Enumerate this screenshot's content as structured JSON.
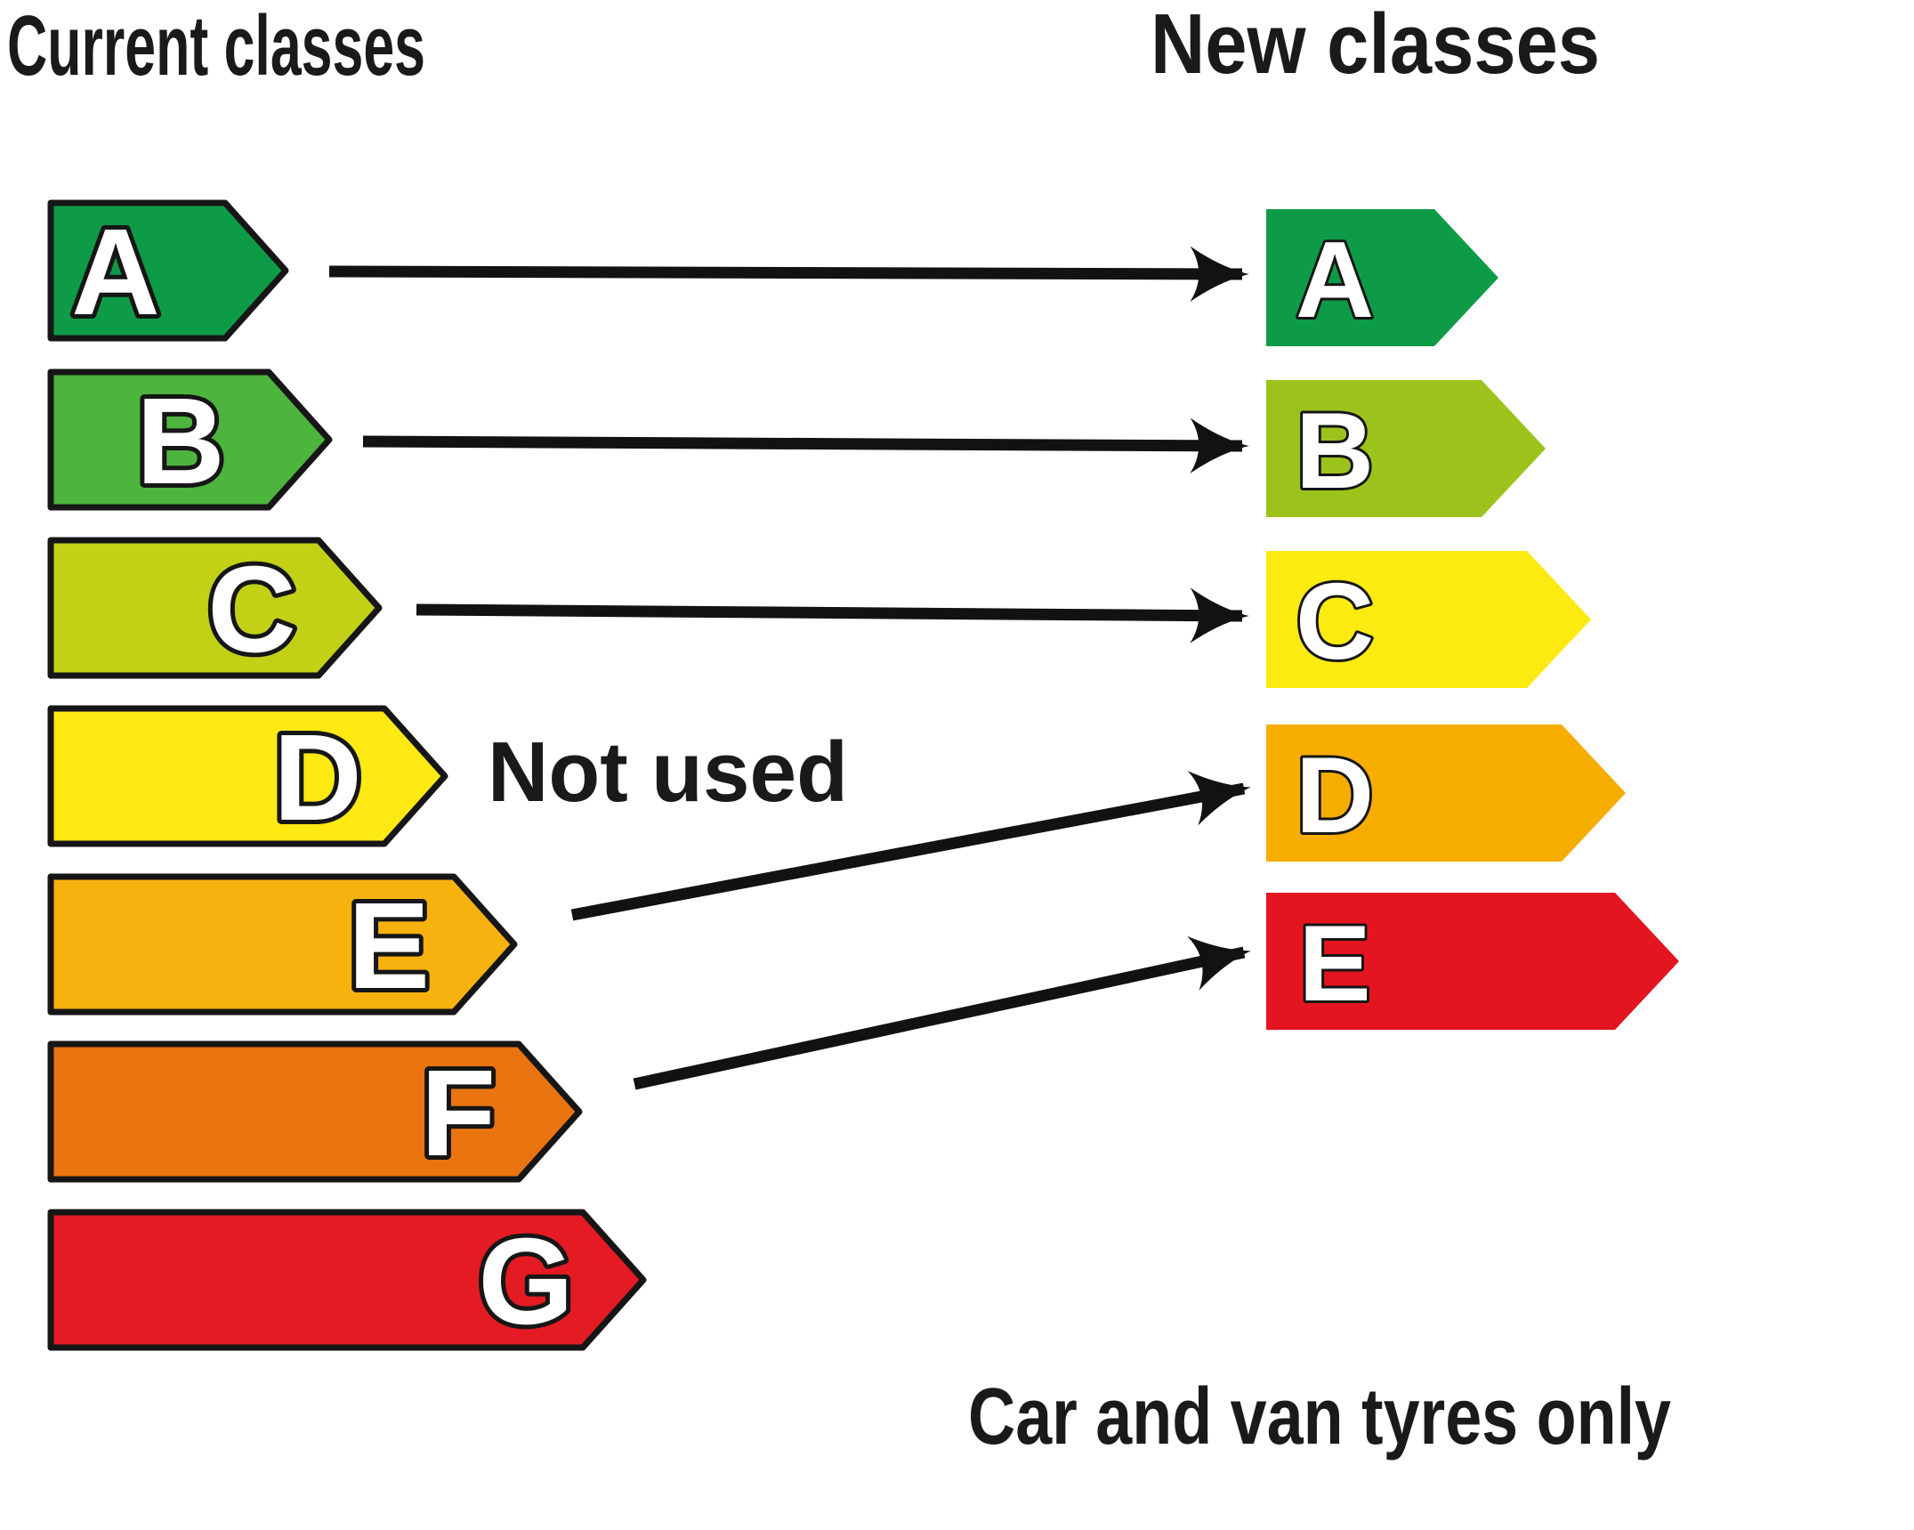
{
  "titles": {
    "current": "Current classes",
    "new": "New classes"
  },
  "caption": "Car and van tyres only",
  "not_used_label": "Not used",
  "current_classes": [
    {
      "letter": "A",
      "color": "#0e9b47",
      "maps_to": "A"
    },
    {
      "letter": "B",
      "color": "#4db43d",
      "maps_to": "B"
    },
    {
      "letter": "C",
      "color": "#c2d116",
      "maps_to": "C"
    },
    {
      "letter": "D",
      "color": "#ffe912",
      "maps_to": null,
      "note": "Not used"
    },
    {
      "letter": "E",
      "color": "#f7b20f",
      "maps_to": "D"
    },
    {
      "letter": "F",
      "color": "#e97410",
      "maps_to": "E"
    },
    {
      "letter": "G",
      "color": "#e41b22",
      "maps_to": null
    }
  ],
  "new_classes": [
    {
      "letter": "A",
      "color": "#0e9b47"
    },
    {
      "letter": "B",
      "color": "#9cc31c"
    },
    {
      "letter": "C",
      "color": "#fcea10"
    },
    {
      "letter": "D",
      "color": "#f7ac00"
    },
    {
      "letter": "E",
      "color": "#e41420"
    }
  ],
  "arrow_color": "#121212",
  "text_color": "#1a1a1a",
  "outline_color": "#161616"
}
